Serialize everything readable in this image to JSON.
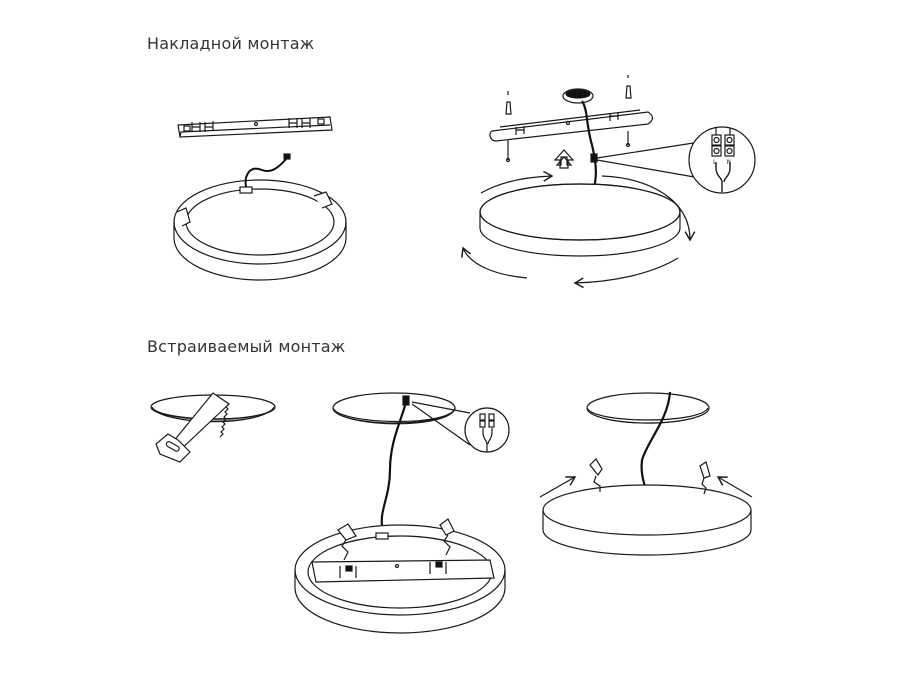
{
  "sections": [
    {
      "title": "Накладной монтаж",
      "steps": [
        {
          "id": "surface-step-1",
          "description": "mounting-bracket-and-ring-with-wire"
        },
        {
          "id": "surface-step-2",
          "description": "attach-bracket-to-ceiling-connect-wires-rotate-lamp",
          "terminal_labels": [
            "L",
            "N"
          ]
        }
      ]
    },
    {
      "title": "Встраиваемый монтаж",
      "steps": [
        {
          "id": "recessed-step-1",
          "description": "cut-ceiling-hole-with-saw"
        },
        {
          "id": "recessed-step-2",
          "description": "connect-wires-through-hole-ring-with-spring-clips"
        },
        {
          "id": "recessed-step-3",
          "description": "insert-lamp-with-spring-clips-into-hole"
        }
      ]
    }
  ],
  "colors": {
    "line": "#1a1a1a",
    "hole_shade": "#a8a8a8",
    "wire": "#111111",
    "text": "#333333"
  }
}
